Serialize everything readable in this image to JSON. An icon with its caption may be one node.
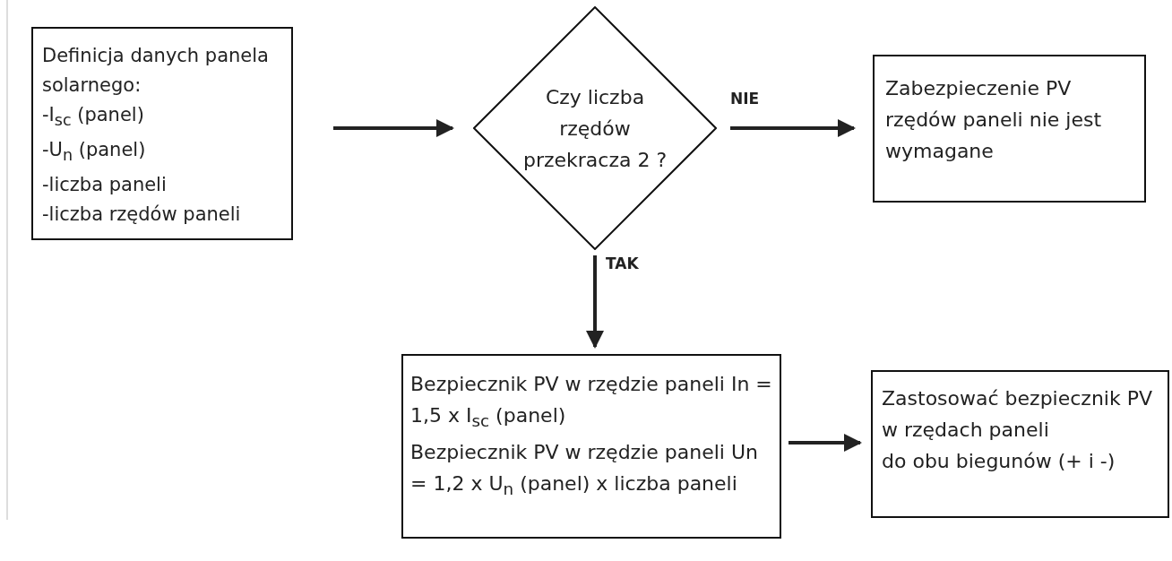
{
  "diagram": {
    "nodes": [
      {
        "text": [
          "Definicja danych panela solarnego:",
          "-I$_{sc}$ (panel)",
          "-U$_{n}$ (panel)",
          "-liczba paneli",
          "-liczba rzędów paneli"
        ]
      },
      {
        "text": [
          "Czy liczba rzędów przekracza 2 ?"
        ]
      },
      {
        "text": [
          "Zabezpieczenie PV rzędów paneli nie jest wymagane"
        ]
      },
      {
        "text": [
          "Bezpiecznik PV w rzędzie paneli  In = 1,5 x I$_{sc}$ (panel)",
          "Bezpiecznik PV w rzędzie paneli Un = 1,2 x U$_{n}$ (panel) x liczba  paneli"
        ]
      },
      {
        "text": [
          "Zastosować bezpiecznik PV w rzędach paneli",
          "do obu biegunów (+ i -)"
        ]
      }
    ],
    "edges": [
      {
        "from": 0,
        "to": 1,
        "arrow": "to"
      },
      {
        "from": 1,
        "to": 2,
        "arrow": "to",
        "label": "NIE"
      },
      {
        "from": 1,
        "to": 3,
        "arrow": "to",
        "label": "TAK"
      },
      {
        "from": 3,
        "to": 4,
        "arrow": "to"
      }
    ]
  }
}
